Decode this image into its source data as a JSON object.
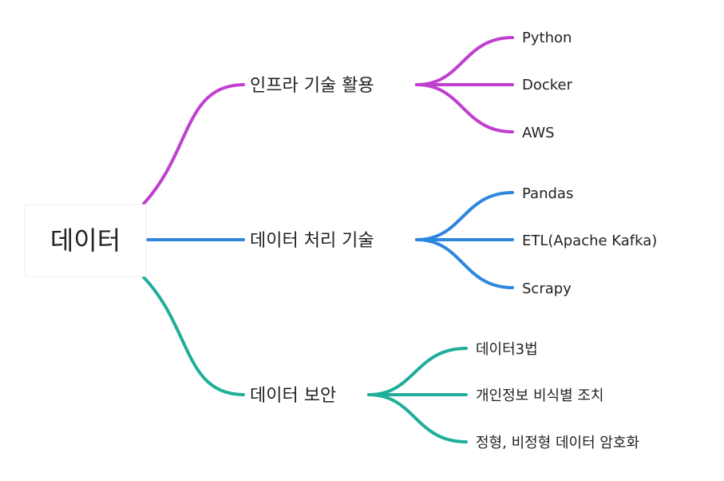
{
  "root": {
    "label": "데이터"
  },
  "branches": [
    {
      "label": "인프라 기술 활용",
      "color": "#c03fcf",
      "children": [
        "Python",
        "Docker",
        "AWS"
      ]
    },
    {
      "label": "데이터 처리 기술",
      "color": "#2e86de",
      "children": [
        "Pandas",
        "ETL(Apache Kafka)",
        "Scrapy"
      ]
    },
    {
      "label": "데이터 보안",
      "color": "#1fae9a",
      "children": [
        "데이터3법",
        "개인정보 비식별 조치",
        "정형, 비정형 데이터 암호화"
      ]
    }
  ]
}
